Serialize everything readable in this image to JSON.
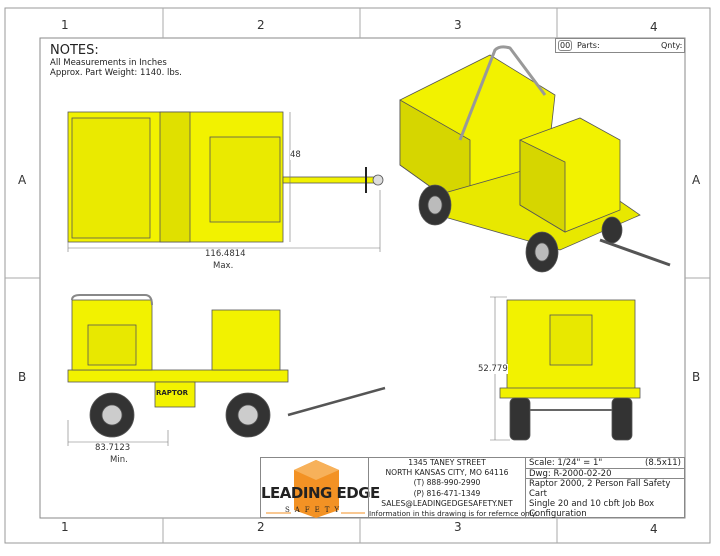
{
  "zones": {
    "columns": [
      "1",
      "2",
      "3",
      "4"
    ],
    "rows": [
      "A",
      "B"
    ]
  },
  "notes": {
    "title": "NOTES:",
    "lines": [
      "All Measurements in Inches",
      "Approx. Part Weight: 1140. lbs."
    ]
  },
  "parts_table": {
    "item_no": "00",
    "parts_label": "Parts:",
    "qty_label": "Qnty:"
  },
  "dimensions": {
    "top_height": "48",
    "top_length": "116.4814",
    "top_length_note": "Max.",
    "side_length": "83.7123",
    "side_length_note": "Min.",
    "front_height": "52.779"
  },
  "decals": {
    "brand": "RAPTOR"
  },
  "title_block": {
    "company_logo": "LEADING EDGE SAFETY",
    "address": [
      "1345 TANEY STREET",
      "NORTH KANSAS CITY, MO 64116",
      "(T) 888-990-2990",
      "(P) 816-471-1349",
      "SALES@LEADINGEDGESAFETY.NET",
      "Information in this drawing is for refernce only."
    ],
    "scale": "Scale: 1/24\" = 1\"",
    "sheet_size": "(8.5x11)",
    "drawing_no": "Dwg: R-2000-02-20",
    "description": [
      "Raptor 2000, 2 Person Fall Safety",
      "Cart",
      "Single 20 and 10 cbft Job Box",
      "Configuration"
    ]
  },
  "colors": {
    "body": "#f2f200",
    "shadow": "#c8c800",
    "tire": "#333333",
    "logo_orange": "#f39224"
  }
}
